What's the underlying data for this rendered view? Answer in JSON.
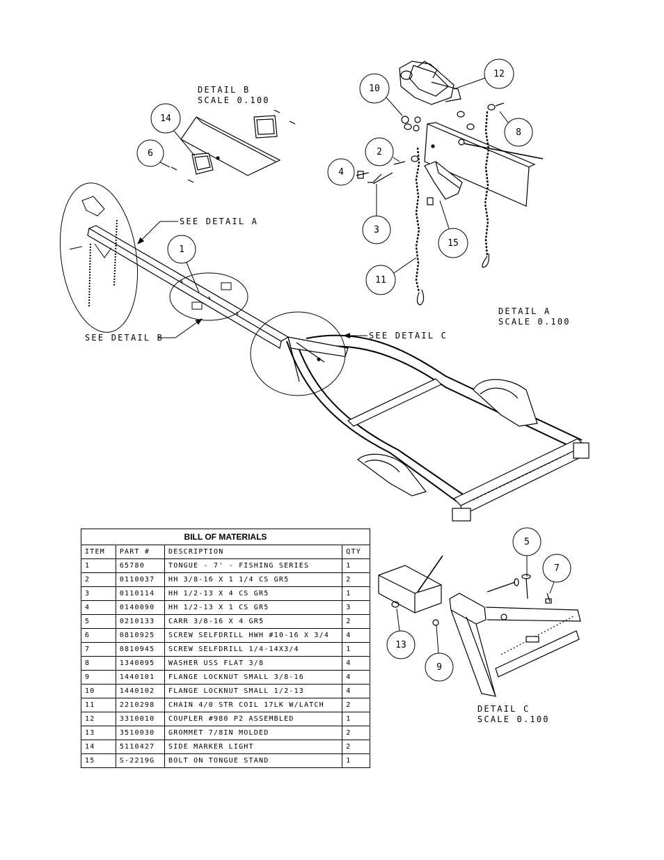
{
  "labels": {
    "detail_b_title": "DETAIL  B",
    "detail_b_scale": "SCALE  0.100",
    "detail_a_title": "DETAIL  A",
    "detail_a_scale": "SCALE  0.100",
    "detail_c_title": "DETAIL  C",
    "detail_c_scale": "SCALE  0.100",
    "see_detail_a": "SEE DETAIL  A",
    "see_detail_b": "SEE DETAIL  B",
    "see_detail_c": "SEE DETAIL  C"
  },
  "balloons": [
    "1",
    "2",
    "3",
    "4",
    "5",
    "6",
    "7",
    "8",
    "9",
    "10",
    "11",
    "12",
    "13",
    "14",
    "15"
  ],
  "bom": {
    "title": "BILL  OF  MATERIALS",
    "headers": [
      "ITEM",
      "PART #",
      "DESCRIPTION",
      "QTY"
    ],
    "rows": [
      [
        "1",
        "65780",
        "TONGUE - 7' - FISHING SERIES",
        "1"
      ],
      [
        "2",
        "0110037",
        "HH 3/8-16 X 1 1/4 CS GR5",
        "2"
      ],
      [
        "3",
        "0110114",
        "HH 1/2-13 X 4 CS GR5",
        "1"
      ],
      [
        "4",
        "0140090",
        "HH 1/2-13 X 1 CS GR5",
        "3"
      ],
      [
        "5",
        "0210133",
        "CARR 3/8-16 X 4 GR5",
        "2"
      ],
      [
        "6",
        "0810925",
        "SCREW SELFDRILL HWH #10-16 X 3/4",
        "4"
      ],
      [
        "7",
        "0810945",
        "SCREW SELFDRILL  1/4-14X3/4",
        "1"
      ],
      [
        "8",
        "1340095",
        "WASHER USS FLAT 3/8",
        "4"
      ],
      [
        "9",
        "1440101",
        "FLANGE LOCKNUT SMALL 3/8-16",
        "4"
      ],
      [
        "10",
        "1440102",
        "FLANGE LOCKNUT SMALL 1/2-13",
        "4"
      ],
      [
        "11",
        "2210298",
        "CHAIN 4/0 STR COIL 17LK W/LATCH",
        "2"
      ],
      [
        "12",
        "3310010",
        "COUPLER #980 P2 ASSEMBLED",
        "1"
      ],
      [
        "13",
        "3510030",
        "GROMMET  7/8IN MOLDED",
        "2"
      ],
      [
        "14",
        "5110427",
        "SIDE MARKER LIGHT",
        "2"
      ],
      [
        "15",
        "S-2219G",
        "BOLT ON TONGUE STAND",
        "1"
      ]
    ]
  }
}
